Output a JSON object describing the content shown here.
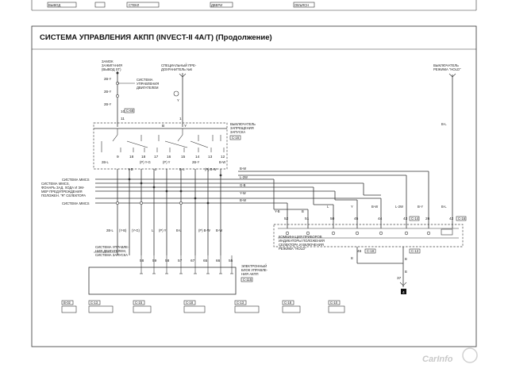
{
  "title": "СИСТЕМА УПРАВЛЕНИЯ АКПП (INVECT-II 4A/T) (Продолжение)",
  "components": {
    "ignition_switch": [
      "ЗАМОК",
      "ЗАЖИГАНИЯ",
      "(ВЫВОД ST)"
    ],
    "special_fuse": [
      "СПЕЦИАЛЬНЫЙ ПРЕ-",
      "ДОХРАНИТЕЛЬ №6"
    ],
    "hold_switch": [
      "ВЫКЛЮЧАТЕЛЬ",
      "РЕЖИМА \"HOLD\""
    ],
    "engine_control": [
      "СИСТЕМА",
      "УПРАВЛЕНИЯ",
      "ДВИГАТЕЛЕМ"
    ],
    "start_inhibit_switch": [
      "ВЫКЛЮЧАТЕЛЬ",
      "ЗАПРЕЩЕНИЯ",
      "ЗАПУСКА"
    ],
    "combination_meter": [
      "КОМБИНАЦИЯ ПРИБОРОВ",
      "ИНДИКАТОРЫ ПОЛОЖЕНИЯ",
      "СЕЛЕКТОРА И ВКЛЮЧЕНИЯ",
      "РЕЖИМА \"HOLD\""
    ],
    "ecu": [
      "ЭЛЕКТРОННЫЙ",
      "БЛОК УПРАВЛЕ-",
      "НИЯ АКПП"
    ]
  },
  "left_labels": [
    "СИСТЕМА MMCS",
    "СИСТЕМА MMCS,",
    "ФОНАРЬ ЗАД. ХОДА И ЭМ-",
    "МЕР ПРЕДУПРЕЖДЕНИЯ",
    "ПОЛОЖЕН. \"R\" СЕЛЕКТОРА",
    "СИСТЕМА MMCS"
  ],
  "lower_left_labels": [
    "СИСТЕМА УПРАВЛЕ-",
    "НИЯ ДВИГАТЕЛЕМ,",
    "СИСТЕМА ЗАПУСКА"
  ],
  "wire_colors": {
    "ign_chain": [
      "2B-Y",
      "2B-Y",
      "2B-Y"
    ],
    "fuse": "Y",
    "hold": "B-L",
    "switch_top": [
      "B",
      "Y"
    ],
    "switch_bottom": [
      "2B-L",
      "Y-B",
      "(P) Y-G",
      "L",
      "(P) Y",
      "B-L",
      "2B-Y",
      "(P) B-W",
      "B-W"
    ],
    "right_bus": [
      "B-W",
      "L-2W",
      "G-B",
      "Y-W",
      "B-W"
    ],
    "meter_in": [
      "Y-B",
      "B",
      "L",
      "Y",
      "B-W",
      "L-2W",
      "B-Y",
      "B-L"
    ],
    "ecu_top": [
      "2B-L",
      "(Y-B)",
      "(Y-G)",
      "L",
      "(P) Y",
      "B-L",
      "(P) B-W",
      "B-W"
    ],
    "ground": [
      "B",
      "B"
    ]
  },
  "pins": {
    "switch_top": [
      "10",
      "11",
      "1"
    ],
    "switch_bottom": [
      "9",
      "18",
      "18",
      "17",
      "16",
      "15",
      "14",
      "13",
      "12"
    ],
    "meter_top": [
      "52",
      "51",
      "50",
      "45",
      "44",
      "43",
      "26",
      "42"
    ],
    "meter_bottom": [
      "46",
      "8",
      "37"
    ],
    "ecu": [
      "58",
      "59",
      "58",
      "57",
      "67",
      "65",
      "66",
      "55"
    ]
  },
  "connectors": {
    "c68": "C-68",
    "c16a": "C-16",
    "c14": "C-14",
    "c16b": "C-16",
    "c18": "C-18",
    "c115": "C-115",
    "c10": "C-10",
    "c13": "C-13",
    "ground_num": "4",
    "legend": [
      "B-02",
      "C-13",
      "C-15",
      "C-18",
      "C-13",
      "C-18",
      "C-10"
    ]
  },
  "watermark": "CarInfo",
  "top_strip": [
    "ВЫВОД",
    "СТЕКЛ",
    "ДВЕРИ",
    "ОБЪЯСН"
  ]
}
